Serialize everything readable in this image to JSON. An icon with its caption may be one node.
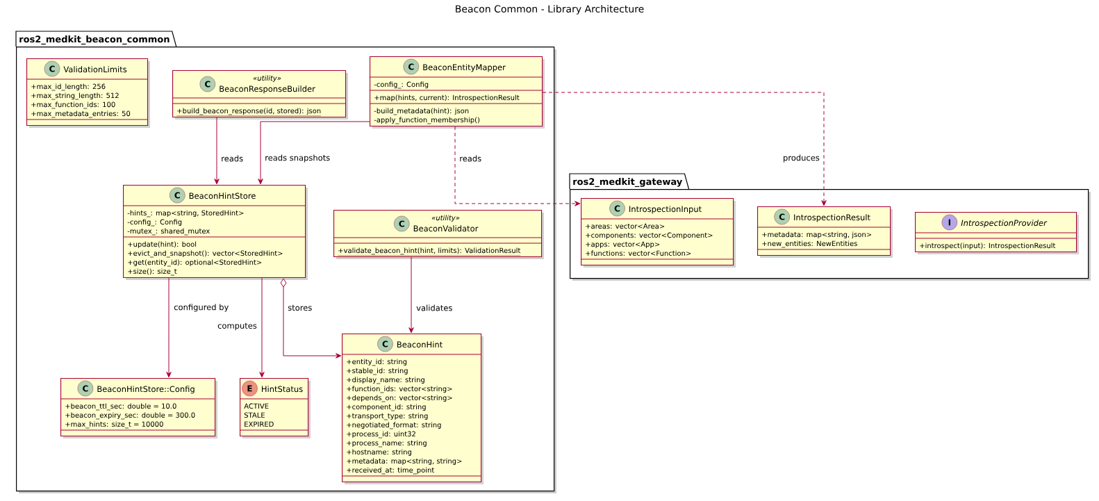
{
  "diagram": {
    "title": "Beacon Common - Library Architecture",
    "nodes": [
      {
        "text": [
          "ros2_medkit_beacon_common"
        ]
      },
      {
        "text": [
          "C",
          "ValidationLimits",
          "+max_id_length: 256",
          "+max_string_length: 512",
          "+max_function_ids: 100",
          "+max_metadata_entries: 50"
        ],
        "in": 0
      },
      {
        "text": [
          "C",
          "«utility»",
          "BeaconResponseBuilder",
          "+build_beacon_response(id, stored): json"
        ],
        "in": 0
      },
      {
        "text": [
          "C",
          "BeaconEntityMapper",
          "-config_: Config",
          "+map(hints, current): IntrospectionResult",
          "-build_metadata(hint): json",
          "-apply_function_membership()"
        ],
        "in": 0
      },
      {
        "text": [
          "C",
          "BeaconHintStore",
          "-hints_: map<string, StoredHint>",
          "-config_: Config",
          "-mutex_: shared_mutex",
          "+update(hint): bool",
          "+evict_and_snapshot(): vector<StoredHint>",
          "+get(entity_id): optional<StoredHint>",
          "+size(): size_t"
        ],
        "in": 0
      },
      {
        "text": [
          "C",
          "«utility»",
          "BeaconValidator",
          "+validate_beacon_hint(hint, limits): ValidationResult"
        ],
        "in": 0
      },
      {
        "text": [
          "C",
          "BeaconHintStore::Config",
          "+beacon_ttl_sec: double = 10.0",
          "+beacon_expiry_sec: double = 300.0",
          "+max_hints: size_t = 10000"
        ],
        "in": 0
      },
      {
        "text": [
          "E",
          "HintStatus",
          "ACTIVE",
          "STALE",
          "EXPIRED"
        ],
        "in": 0
      },
      {
        "text": [
          "C",
          "BeaconHint",
          "+entity_id: string",
          "+stable_id: string",
          "+display_name: string",
          "+function_ids: vector<string>",
          "+depends_on: vector<string>",
          "+component_id: string",
          "+transport_type: string",
          "+negotiated_format: string",
          "+process_id: uint32",
          "+process_name: string",
          "+hostname: string",
          "+metadata: map<string, string>",
          "+received_at: time_point"
        ],
        "in": 0
      },
      {
        "text": [
          "ros2_medkit_gateway"
        ]
      },
      {
        "text": [
          "C",
          "IntrospectionInput",
          "+areas: vector<Area>",
          "+components: vector<Component>",
          "+apps: vector<App>",
          "+functions: vector<Function>"
        ],
        "in": 9
      },
      {
        "text": [
          "C",
          "IntrospectionResult",
          "+metadata: map<string, json>",
          "+new_entities: NewEntities"
        ],
        "in": 9
      },
      {
        "text": [
          "I",
          "IntrospectionProvider",
          "+introspect(input): IntrospectionResult"
        ],
        "in": 9
      }
    ],
    "edges": [
      {
        "from": 2,
        "to": 4,
        "arrow": "to",
        "label": "reads"
      },
      {
        "from": 3,
        "to": 4,
        "arrow": "to",
        "label": "reads snapshots"
      },
      {
        "from": 3,
        "to": 10,
        "arrow": "to",
        "label": "reads",
        "style": "dashed"
      },
      {
        "from": 3,
        "to": 11,
        "arrow": "to",
        "label": "produces",
        "style": "dashed"
      },
      {
        "from": 4,
        "to": 6,
        "arrow": "to",
        "label": "configured by"
      },
      {
        "from": 4,
        "to": 7,
        "arrow": "to",
        "label": "computes"
      },
      {
        "from": 4,
        "to": 8,
        "arrow": "to",
        "label": "stores"
      },
      {
        "from": 5,
        "to": 8,
        "arrow": "to",
        "label": "validates"
      }
    ]
  }
}
